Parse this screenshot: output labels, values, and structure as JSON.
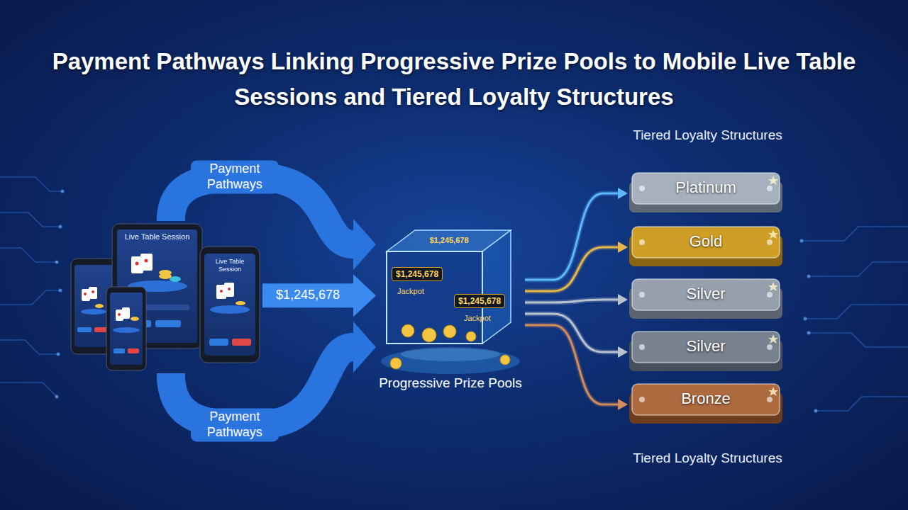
{
  "diagram": {
    "title": "Payment Pathways Linking Progressive Prize Pools to Mobile Live Table Sessions and Tiered Loyalty Structures",
    "nodes": [
      {
        "text": [
          "Live Table Session",
          "Live Table Session"
        ]
      },
      {
        "text": [
          "$1,245,678",
          "$1,245,678",
          "$1,245,678",
          "Jackpot",
          "Jackpot",
          "Progressive Prize Pools"
        ]
      },
      {
        "text": [
          "Platinum"
        ]
      },
      {
        "text": [
          "Gold"
        ]
      },
      {
        "text": [
          "Silver"
        ]
      },
      {
        "text": [
          "Silver"
        ]
      },
      {
        "text": [
          "Bronze"
        ]
      }
    ],
    "edges": [
      {
        "from": 0,
        "to": 1,
        "label": "Payment Pathways",
        "arrow": "to"
      },
      {
        "from": 0,
        "to": 1,
        "label": "$1,245,678",
        "arrow": "to"
      },
      {
        "from": 0,
        "to": 1,
        "label": "Payment Pathways",
        "arrow": "to"
      },
      {
        "from": 1,
        "to": 2,
        "arrow": "to"
      },
      {
        "from": 1,
        "to": 3,
        "arrow": "to"
      },
      {
        "from": 1,
        "to": 4,
        "arrow": "to"
      },
      {
        "from": 1,
        "to": 5,
        "arrow": "to"
      },
      {
        "from": 1,
        "to": 6,
        "arrow": "to"
      }
    ],
    "labels": [
      "Tiered Loyalty Structures",
      "Tiered Loyalty Structures"
    ]
  }
}
